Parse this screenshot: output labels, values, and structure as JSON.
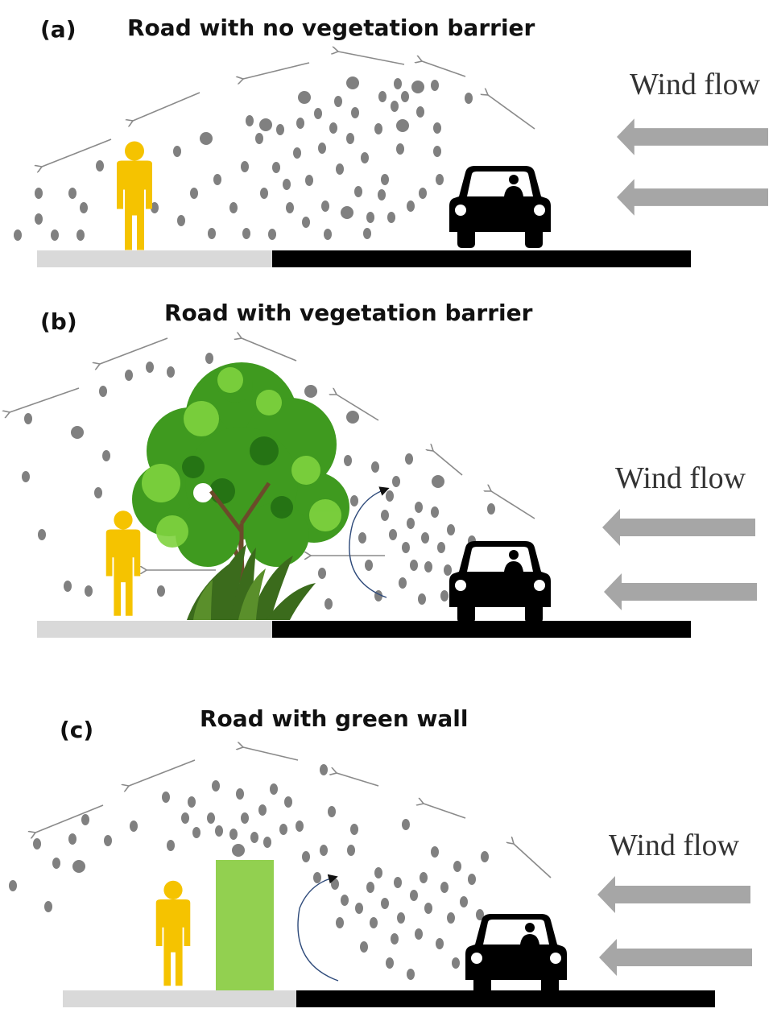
{
  "panels": [
    {
      "id": "a",
      "letter": "(a)",
      "title": "Road with no vegetation barrier",
      "wind_label": "Wind flow"
    },
    {
      "id": "b",
      "letter": "(b)",
      "title": "Road with vegetation barrier",
      "wind_label": "Wind flow"
    },
    {
      "id": "c",
      "letter": "(c)",
      "title": "Road with green wall",
      "wind_label": "Wind flow"
    }
  ],
  "colors": {
    "pedestrian": "#f5c300",
    "green_wall": "#92d050",
    "particles": "#808080",
    "wind_arrows": "#a6a6a6",
    "pavement": "#d9d9d9",
    "road": "#000000",
    "tree_foliage": "#3f9a1f",
    "shrub": "#3b6b1c"
  },
  "icons": [
    "pedestrian-icon",
    "car-icon",
    "tree-icon",
    "shrub-icon",
    "wind-arrow-icon",
    "particle-icon"
  ]
}
